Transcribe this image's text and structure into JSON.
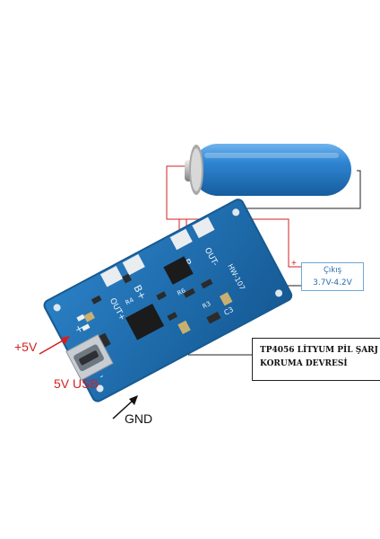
{
  "labels": {
    "plus5v": "+5V",
    "usb": "5V USB",
    "gnd": "GND"
  },
  "output_box": {
    "title": "Çıkış",
    "range": "3.7V-4.2V",
    "plus_sign": "+",
    "minus_sign": "-"
  },
  "description_box": {
    "line1": "TP4056 LİTYUM PİL ŞARJ",
    "line2": "KORUMA DEVRESİ"
  },
  "board_silkscreen": {
    "out_plus": "OUT+",
    "b_plus": "B+",
    "b_minus": "B-",
    "out_minus": "OUT-",
    "model": "HW-107",
    "r6": "R6",
    "r3": "R3",
    "r4": "R4",
    "c3": "C3",
    "plus": "+",
    "minus": "-"
  },
  "colors": {
    "board": "#1f6fb0",
    "board_edge": "#175a92",
    "battery": "#2a7fc9",
    "red_label": "#d42020",
    "wire_red": "#d42020",
    "wire_dark": "#222222",
    "output_box_border": "#6fa8d6"
  }
}
